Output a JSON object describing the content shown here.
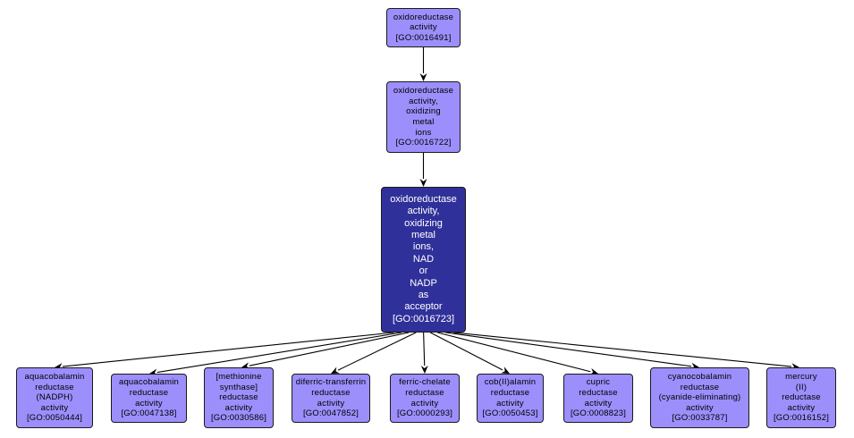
{
  "nodes": [
    {
      "id": "GO:0016491",
      "lines": [
        "oxidoreductase",
        "activity",
        "[GO:0016491]"
      ],
      "role": "ancestor"
    },
    {
      "id": "GO:0016722",
      "lines": [
        "oxidoreductase",
        "activity,",
        "oxidizing",
        "metal",
        "ions",
        "[GO:0016722]"
      ],
      "role": "ancestor"
    },
    {
      "id": "GO:0016723",
      "lines": [
        "oxidoreductase",
        "activity,",
        "oxidizing",
        "metal",
        "ions,",
        "NAD",
        "or",
        "NADP",
        "as",
        "acceptor",
        "[GO:0016723]"
      ],
      "role": "focus"
    },
    {
      "id": "GO:0050444",
      "lines": [
        "aquacobalamin",
        "reductase",
        "(NADPH)",
        "activity",
        "[GO:0050444]"
      ],
      "role": "child"
    },
    {
      "id": "GO:0047138",
      "lines": [
        "aquacobalamin",
        "reductase",
        "activity",
        "[GO:0047138]"
      ],
      "role": "child"
    },
    {
      "id": "GO:0030586",
      "lines": [
        "[methionine",
        "synthase]",
        "reductase",
        "activity",
        "[GO:0030586]"
      ],
      "role": "child"
    },
    {
      "id": "GO:0047852",
      "lines": [
        "diferric-transferrin",
        "reductase",
        "activity",
        "[GO:0047852]"
      ],
      "role": "child"
    },
    {
      "id": "GO:0000293",
      "lines": [
        "ferric-chelate",
        "reductase",
        "activity",
        "[GO:0000293]"
      ],
      "role": "child"
    },
    {
      "id": "GO:0050453",
      "lines": [
        "cob(II)alamin",
        "reductase",
        "activity",
        "[GO:0050453]"
      ],
      "role": "child"
    },
    {
      "id": "GO:0008823",
      "lines": [
        "cupric",
        "reductase",
        "activity",
        "[GO:0008823]"
      ],
      "role": "child"
    },
    {
      "id": "GO:0033787",
      "lines": [
        "cyanocobalamin",
        "reductase",
        "(cyanide-eliminating)",
        "activity",
        "[GO:0033787]"
      ],
      "role": "child"
    },
    {
      "id": "GO:0016152",
      "lines": [
        "mercury",
        "(II)",
        "reductase",
        "activity",
        "[GO:0016152]"
      ],
      "role": "child"
    }
  ],
  "edges": [
    {
      "from": "GO:0016491",
      "to": "GO:0016722"
    },
    {
      "from": "GO:0016722",
      "to": "GO:0016723"
    },
    {
      "from": "GO:0016723",
      "to": "GO:0050444"
    },
    {
      "from": "GO:0016723",
      "to": "GO:0047138"
    },
    {
      "from": "GO:0016723",
      "to": "GO:0030586"
    },
    {
      "from": "GO:0016723",
      "to": "GO:0047852"
    },
    {
      "from": "GO:0016723",
      "to": "GO:0000293"
    },
    {
      "from": "GO:0016723",
      "to": "GO:0050453"
    },
    {
      "from": "GO:0016723",
      "to": "GO:0008823"
    },
    {
      "from": "GO:0016723",
      "to": "GO:0033787"
    },
    {
      "from": "GO:0016723",
      "to": "GO:0016152"
    }
  ],
  "colors": {
    "node_fill": "#9c8ffc",
    "focus_fill": "#30309a",
    "border": "#1a1a1a",
    "edge": "#000000"
  }
}
